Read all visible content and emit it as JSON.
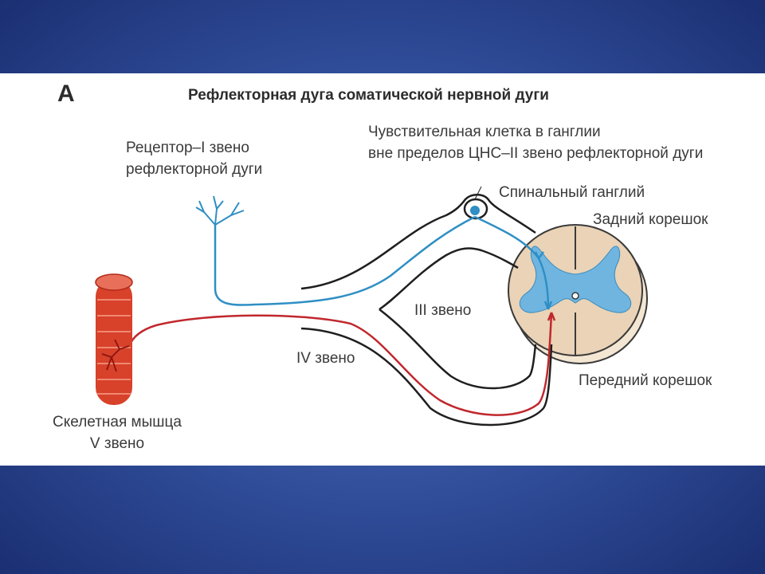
{
  "diagram": {
    "panel_letter": "А",
    "title": "Рефлекторная дуга соматической нервной дуги",
    "labels": {
      "receptor": [
        "Рецептор–I звено",
        "рефлекторной дуги"
      ],
      "sensory_cell": [
        "Чувствительная клетка в ганглии",
        "вне пределов ЦНС–II звено рефлекторной дуги"
      ],
      "spinal_ganglion": "Спинальный ганглий",
      "dorsal_root": "Задний корешок",
      "link_three": "III звено",
      "link_four": "IV звено",
      "ventral_root": "Передний корешок",
      "muscle": [
        "Скелетная мышца",
        "V звено"
      ]
    },
    "colors": {
      "sensory_path": "#2f8fc4",
      "motor_path": "#c0282e",
      "nerve_outline": "#1f1f1f",
      "white_matter": "#ead3b6",
      "gray_matter": "#6fb5e0",
      "muscle": "#d8412a"
    }
  }
}
